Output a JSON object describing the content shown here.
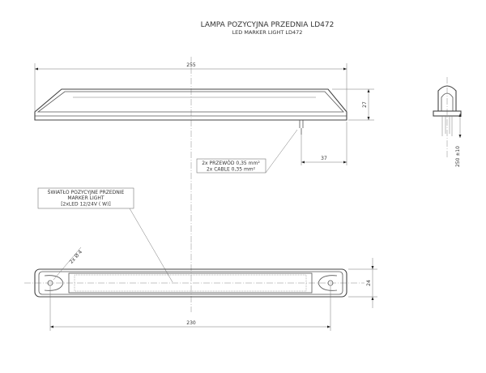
{
  "title": "LAMPA POZYCYJNA PRZEDNIA LD472",
  "subtitle": "LED MARKER LIGHT LD472",
  "dimensions": {
    "overall_length": "255",
    "height": "27",
    "cable_offset": "37",
    "cable_length": "250 ±10",
    "width": "24",
    "hole_spacing": "230",
    "hole_diameter": "2x Ø 4"
  },
  "notes": {
    "cable_line1": "2x PRZEWÓD 0,35 mm²",
    "cable_line2": "2x CABLE 0,35 mm²",
    "light_line1": "ŚWIATŁO POZYCYJNE PRZEDNIE",
    "light_line2": "MARKER LIGHT",
    "light_line3": "[2xLED 12/24V ( W)]"
  }
}
